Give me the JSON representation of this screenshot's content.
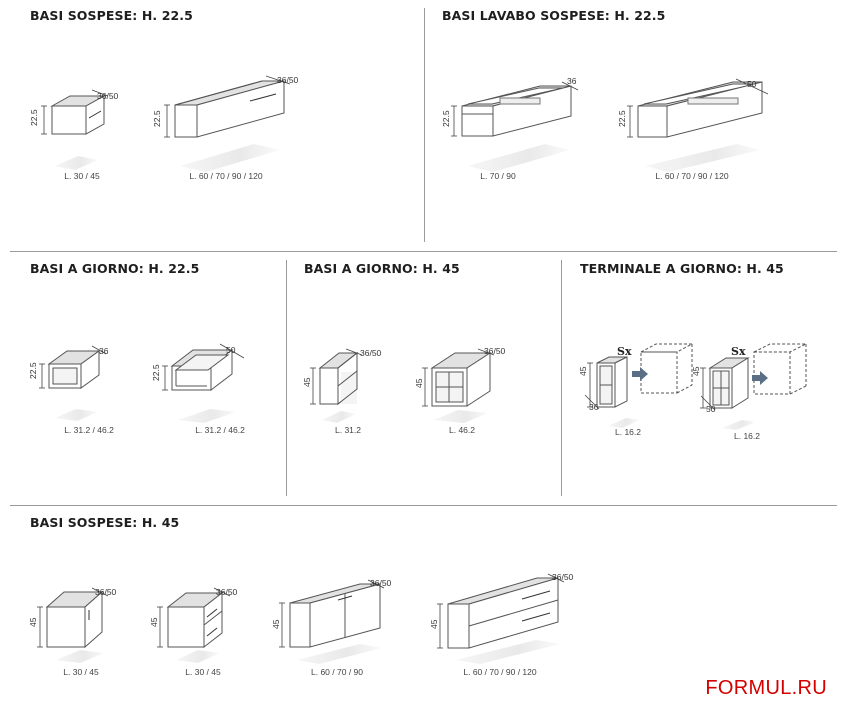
{
  "sections": [
    {
      "title": "BASI SOSPESE: H. 22.5"
    },
    {
      "title": "BASI LAVABO SOSPESE: H. 22.5"
    },
    {
      "title": "BASI A GIORNO: H. 22.5"
    },
    {
      "title": "BASI A GIORNO: H. 45"
    },
    {
      "title": "TERMINALE A GIORNO: H. 45"
    },
    {
      "title": "BASI SOSPESE: H. 45"
    }
  ],
  "items": [
    {
      "height": "22.5",
      "depth": "36/50",
      "caption": "L. 30 / 45"
    },
    {
      "height": "22.5",
      "depth": "36/50",
      "caption": "L. 60 / 70 / 90 / 120"
    },
    {
      "height": "22.5",
      "depth": "36",
      "caption": "L. 70 / 90"
    },
    {
      "height": "22.5",
      "depth": "50",
      "caption": "L. 60 / 70 / 90 / 120"
    },
    {
      "height": "22.5",
      "depth": "36",
      "caption": "L. 31.2 / 46.2"
    },
    {
      "height": "22.5",
      "depth": "50",
      "caption": "L. 31.2 / 46.2"
    },
    {
      "height": "45",
      "depth": "36/50",
      "caption": "L. 31.2"
    },
    {
      "height": "45",
      "depth": "36/50",
      "caption": "L. 46.2"
    },
    {
      "height": "45",
      "depth": "36",
      "side": "Sx",
      "caption": "L. 16.2"
    },
    {
      "height": "45",
      "depth": "50",
      "side": "Sx",
      "caption": "L. 16.2"
    },
    {
      "height": "45",
      "depth": "36/50",
      "caption": "L. 30 / 45"
    },
    {
      "height": "45",
      "depth": "36/50",
      "caption": "L. 30 / 45"
    },
    {
      "height": "45",
      "depth": "36/50",
      "caption": "L. 60 / 70 / 90"
    },
    {
      "height": "45",
      "depth": "36/50",
      "caption": "L. 60 / 70 / 90 / 120"
    }
  ],
  "watermark": "FORMUL.RU",
  "colors": {
    "line": "#555555",
    "divider": "#9a9a9a",
    "top_face": "#e2e2e2",
    "watermark": "#d40000",
    "arrow": "#5a6f86"
  }
}
